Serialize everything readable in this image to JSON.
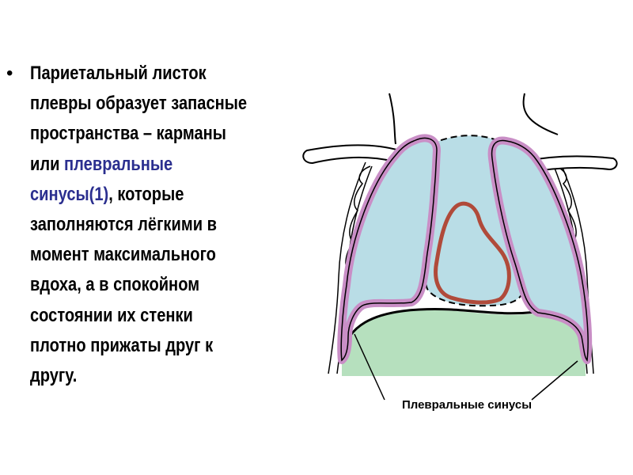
{
  "text": {
    "bullet": "•",
    "before_highlight": "Париетальный листок плевры образует запасные пространства – карманы или ",
    "highlight": "плевральные синусы",
    "after_highlight_colored": "(1)",
    "after_highlight": ", которые заполняются лёгкими в момент максимального вдоха, а в спокойном состоянии их стенки плотно прижаты друг к другу."
  },
  "figure": {
    "caption": "Плевральные синусы"
  },
  "colors": {
    "lung_fill": "#b9dde6",
    "pleura_outline": "#c98ec6",
    "diaphragm_fill": "#b6e0be",
    "heart_outline": "#b04a3a",
    "highlight_text": "#2b2f8f"
  }
}
